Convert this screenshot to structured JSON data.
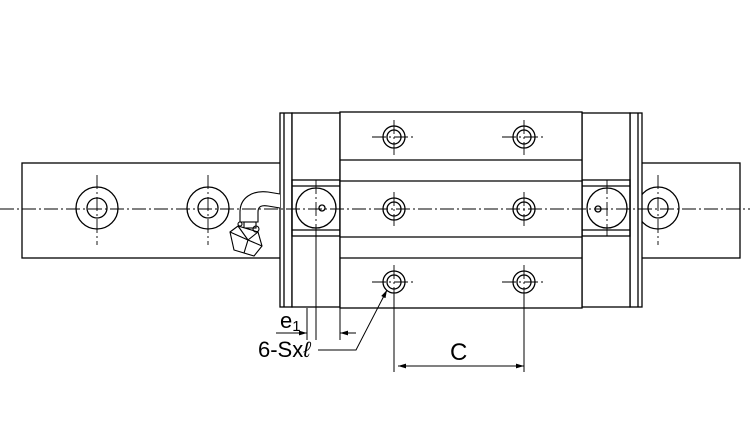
{
  "labels": {
    "e1_base": "e",
    "e1_sub": "1",
    "thread": "6-Sx",
    "thread_suffix": "ℓ",
    "pitch": "C"
  }
}
